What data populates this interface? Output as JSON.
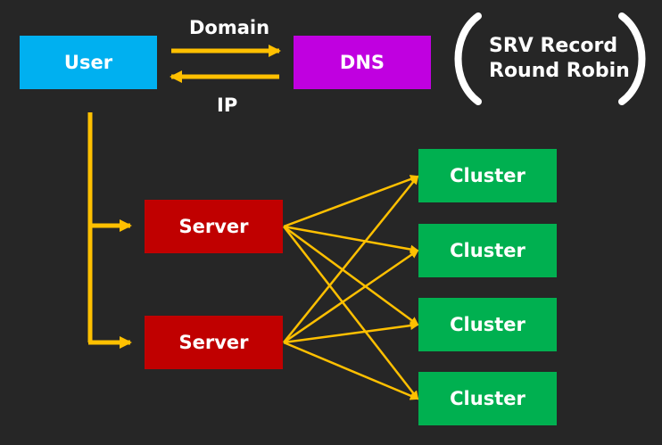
{
  "nodes": {
    "user": "User",
    "dns": "DNS",
    "servers": [
      "Server",
      "Server"
    ],
    "clusters": [
      "Cluster",
      "Cluster",
      "Cluster",
      "Cluster"
    ]
  },
  "edges": {
    "domain_label": "Domain",
    "ip_label": "IP"
  },
  "note": {
    "line1": "SRV Record",
    "line2": "Round Robin"
  },
  "colors": {
    "background": "#262626",
    "user": "#00b0f0",
    "dns": "#c000e0",
    "server": "#c00000",
    "cluster": "#00b050",
    "arrow": "#ffc000"
  }
}
